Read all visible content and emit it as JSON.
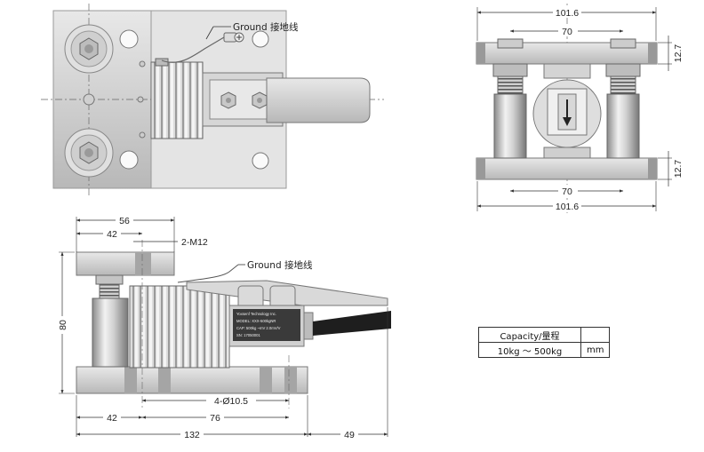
{
  "annotations": {
    "ground_top": "Ground 接地线",
    "ground_front": "Ground 接地线",
    "thread": "2-M12",
    "holes": "4-Ø10.5"
  },
  "dimensions": {
    "side_width": "101.6",
    "side_inner_top": "70",
    "side_inner_bottom": "70",
    "side_width_bottom": "101.6",
    "plate_thickness_top": "12.7",
    "plate_thickness_bottom": "12.7",
    "front_56": "56",
    "front_42_top": "42",
    "front_height": "80",
    "front_42_bottom": "42",
    "front_76": "76",
    "front_132": "132",
    "front_49": "49"
  },
  "load_cell_label": {
    "line1": "Yoxsenf Technology Inc.",
    "line2": "MODEL: XXX-500kgNR",
    "line3": "CAP: 500kg  ~mV 2.0mV/V",
    "line4": "SN: 17050001"
  },
  "spec_table": {
    "header": "Capacity/量程",
    "range": "10kg ～ 500kg",
    "unit": "mm"
  }
}
